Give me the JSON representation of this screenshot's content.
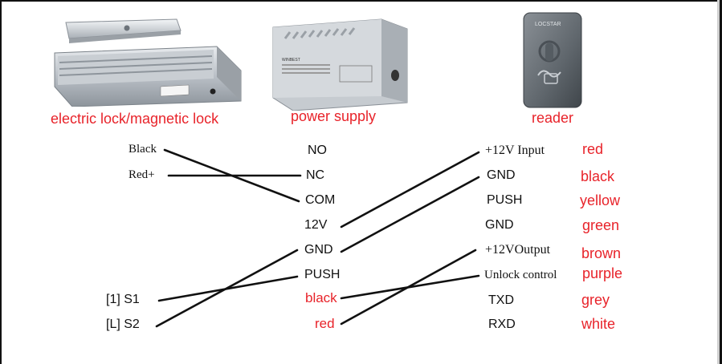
{
  "captions": {
    "lock": "electric lock/magnetic lock",
    "power": "power supply",
    "reader": "reader"
  },
  "power_plate": {
    "brand": "WINBEST"
  },
  "reader_plate": {
    "brand": "LOCSTAR"
  },
  "lock_side": {
    "black": "Black",
    "red": "Red+",
    "s1": "[1]  S1",
    "s2": "[L]  S2"
  },
  "power_terminals": [
    "NO",
    "NC",
    "COM",
    "12V",
    "GND",
    "PUSH",
    "black",
    "red"
  ],
  "reader_terminals": [
    "+12V Input",
    "GND",
    "PUSH",
    "GND",
    "+12VOutput",
    "Unlock control",
    "TXD",
    "RXD"
  ],
  "reader_colors": [
    "red",
    "black",
    "yellow",
    "green",
    "brown",
    "purple",
    "grey",
    "white"
  ],
  "colors": {
    "caption": "#e8232a",
    "wire": "#111111"
  }
}
